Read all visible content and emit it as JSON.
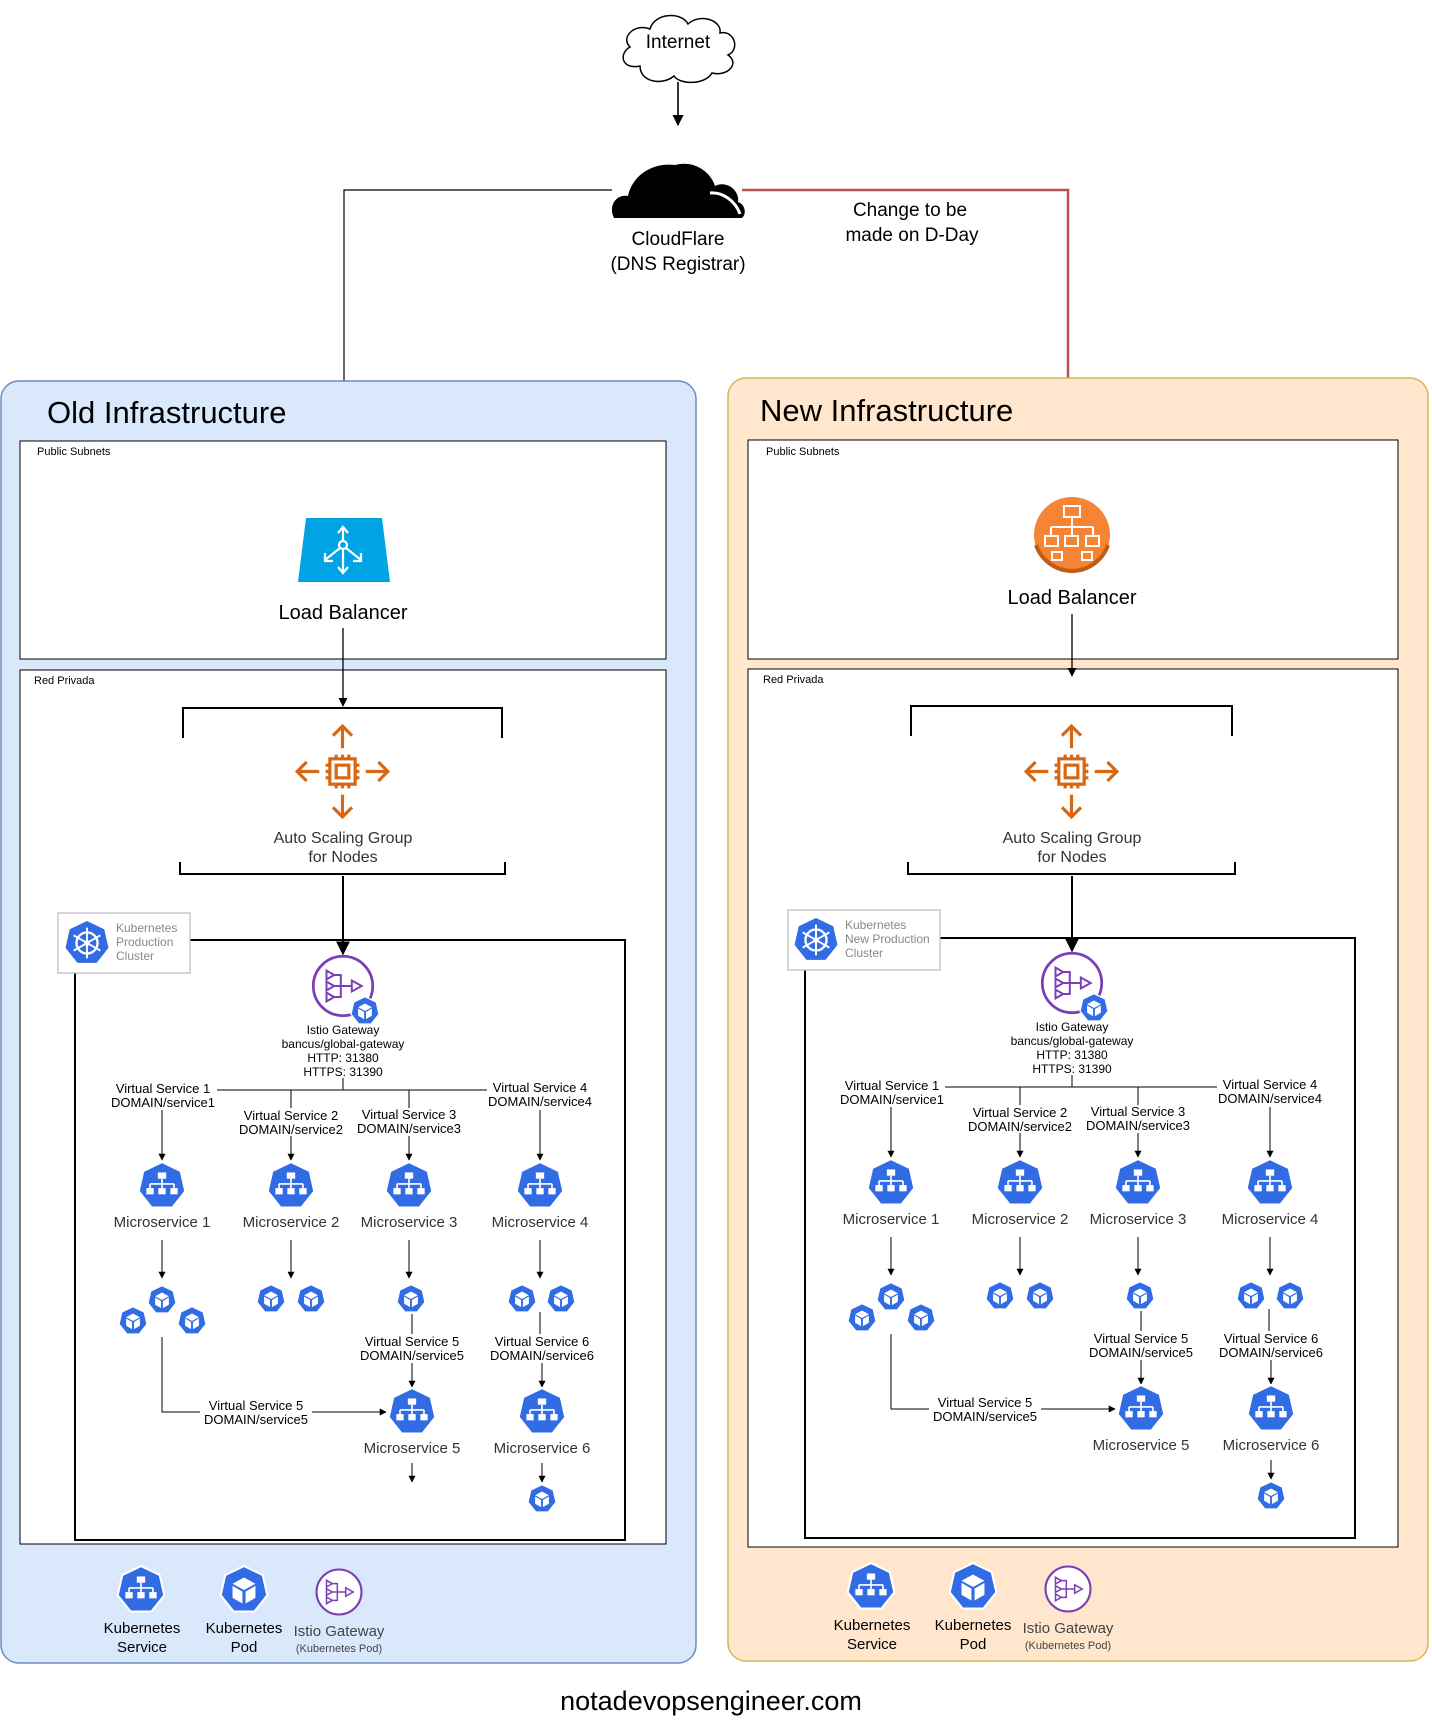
{
  "internet": {
    "label": "Internet"
  },
  "cloudflare": {
    "line1": "CloudFlare",
    "line2": "(DNS Registrar)"
  },
  "change_note": {
    "line1": "Change to be",
    "line2": "made on D-Day"
  },
  "colors": {
    "old_bg": "#dae8fc",
    "old_border": "#6c8ebf",
    "new_bg": "#ffe6cc",
    "new_border": "#d6b656",
    "k8s_blue": "#326ce5",
    "istio_purple": "#7b3fb5",
    "aws_orange": "#d86613",
    "elb_cyan": "#00a4e4",
    "alb_orange": "#f58534",
    "change_arrow": "#b85450"
  },
  "old": {
    "title": "Old Infrastructure",
    "public_subnets": "Public Subnets",
    "red_privada": "Red Privada",
    "load_balancer": "Load Balancer",
    "asg": {
      "line1": "Auto Scaling Group",
      "line2": "for Nodes"
    },
    "cluster": {
      "line1": "Kubernetes",
      "line2": "Production",
      "line3": "Cluster"
    },
    "gateway": {
      "line1": "Istio Gateway",
      "line2": "bancus/global-gateway",
      "line3": "HTTP: 31380",
      "line4": "HTTPS: 31390"
    },
    "vs1": {
      "line1": "Virtual Service 1",
      "line2": "DOMAIN/service1"
    },
    "vs2": {
      "line1": "Virtual Service 2",
      "line2": "DOMAIN/service2"
    },
    "vs3": {
      "line1": "Virtual Service 3",
      "line2": "DOMAIN/service3"
    },
    "vs4": {
      "line1": "Virtual Service 4",
      "line2": "DOMAIN/service4"
    },
    "vs5a": {
      "line1": "Virtual Service 5",
      "line2": "DOMAIN/service5"
    },
    "vs5b": {
      "line1": "Virtual Service 5",
      "line2": "DOMAIN/service5"
    },
    "vs6": {
      "line1": "Virtual Service 6",
      "line2": "DOMAIN/service6"
    },
    "ms1": "Microservice 1",
    "ms2": "Microservice 2",
    "ms3": "Microservice 3",
    "ms4": "Microservice 4",
    "ms5": "Microservice 5",
    "ms6": "Microservice 6"
  },
  "new": {
    "title": "New Infrastructure",
    "public_subnets": "Public Subnets",
    "red_privada": "Red Privada",
    "load_balancer": "Load Balancer",
    "asg": {
      "line1": "Auto Scaling Group",
      "line2": "for Nodes"
    },
    "cluster": {
      "line1": "Kubernetes",
      "line2": "New Production",
      "line3": "Cluster"
    },
    "gateway": {
      "line1": "Istio Gateway",
      "line2": "bancus/global-gateway",
      "line3": "HTTP: 31380",
      "line4": "HTTPS: 31390"
    },
    "vs1": {
      "line1": "Virtual Service 1",
      "line2": "DOMAIN/service1"
    },
    "vs2": {
      "line1": "Virtual Service 2",
      "line2": "DOMAIN/service2"
    },
    "vs3": {
      "line1": "Virtual Service 3",
      "line2": "DOMAIN/service3"
    },
    "vs4": {
      "line1": "Virtual Service 4",
      "line2": "DOMAIN/service4"
    },
    "vs5a": {
      "line1": "Virtual Service 5",
      "line2": "DOMAIN/service5"
    },
    "vs5b": {
      "line1": "Virtual Service 5",
      "line2": "DOMAIN/service5"
    },
    "vs6": {
      "line1": "Virtual Service 6",
      "line2": "DOMAIN/service6"
    },
    "ms1": "Microservice 1",
    "ms2": "Microservice 2",
    "ms3": "Microservice 3",
    "ms4": "Microservice 4",
    "ms5": "Microservice 5",
    "ms6": "Microservice 6"
  },
  "legend": {
    "service": {
      "line1": "Kubernetes",
      "line2": "Service"
    },
    "pod": {
      "line1": "Kubernetes",
      "line2": "Pod"
    },
    "gateway": {
      "line1": "Istio Gateway",
      "line2": "(Kubernetes Pod)"
    }
  },
  "footer": "notadevopsengineer.com"
}
